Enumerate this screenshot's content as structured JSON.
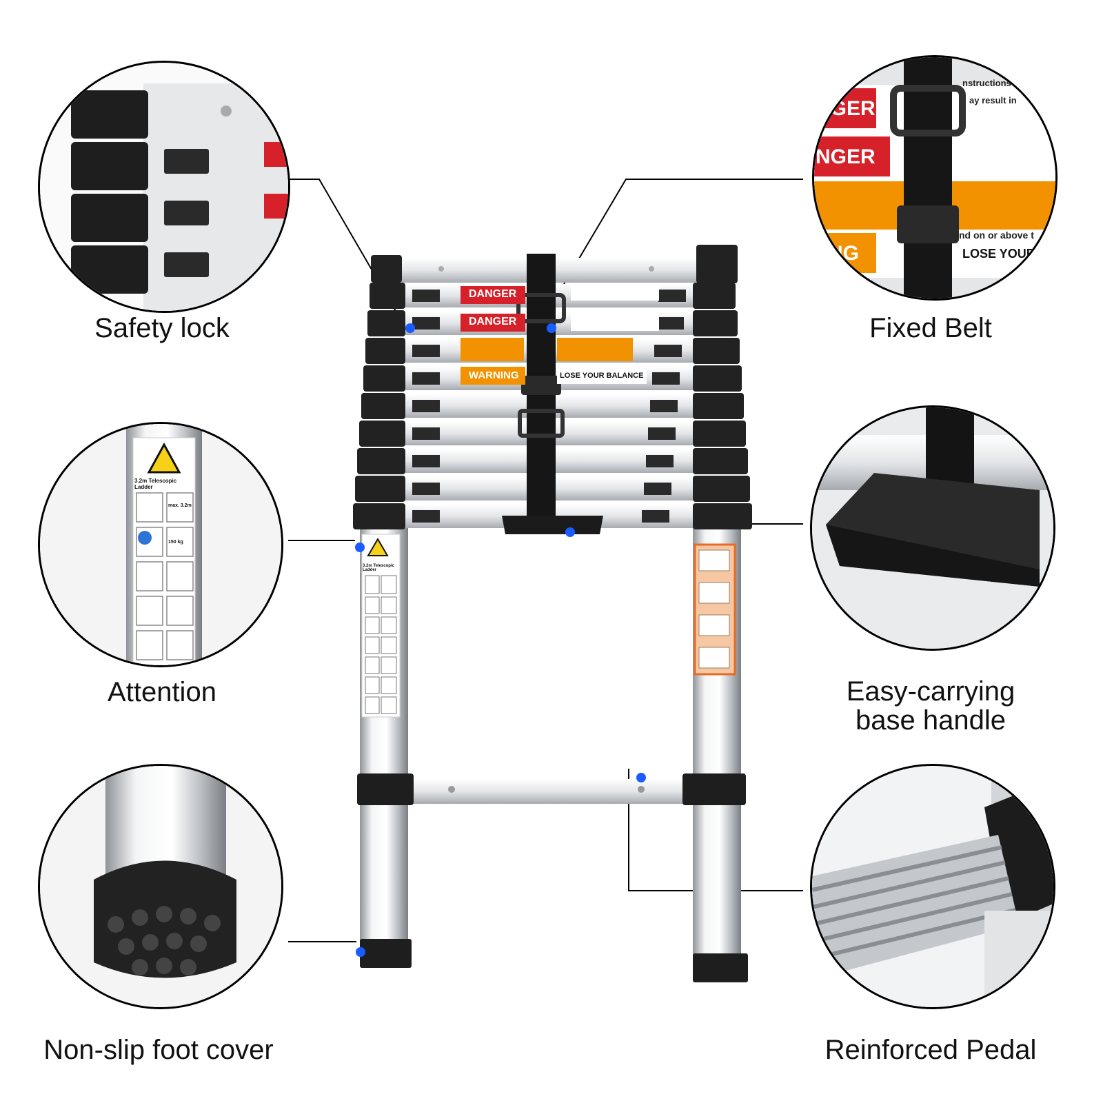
{
  "callouts": {
    "safety_lock": "Safety lock",
    "fixed_belt": "Fixed Belt",
    "attention": "Attention",
    "carry_handle_line1": "Easy-carrying",
    "carry_handle_line2": "base handle",
    "foot_cover": "Non-slip foot cover",
    "pedal": "Reinforced Pedal"
  },
  "stickers": {
    "danger1": "DANGER",
    "danger2": "DANGER",
    "warning": "WARNING",
    "balance": "LOSE YOUR BALANCE",
    "telescopic": "3.2m Telescopic Ladder",
    "zoom_danger1": "NGER",
    "zoom_danger2": "NGER",
    "zoom_warning": "NG",
    "zoom_instructions": "nstructions",
    "zoom_result": "ay result in",
    "zoom_lose": "LOSE YOUR",
    "zoom_stand": "nd on or above t",
    "max_length": "max. 3.2m",
    "max_load": "150 kg"
  },
  "colors": {
    "danger_red": "#d6202a",
    "warning_orange": "#f39200",
    "marker_blue": "#1a5cff",
    "rubber_black": "#1e1e1e",
    "aluminium": "#d9dcdf"
  }
}
